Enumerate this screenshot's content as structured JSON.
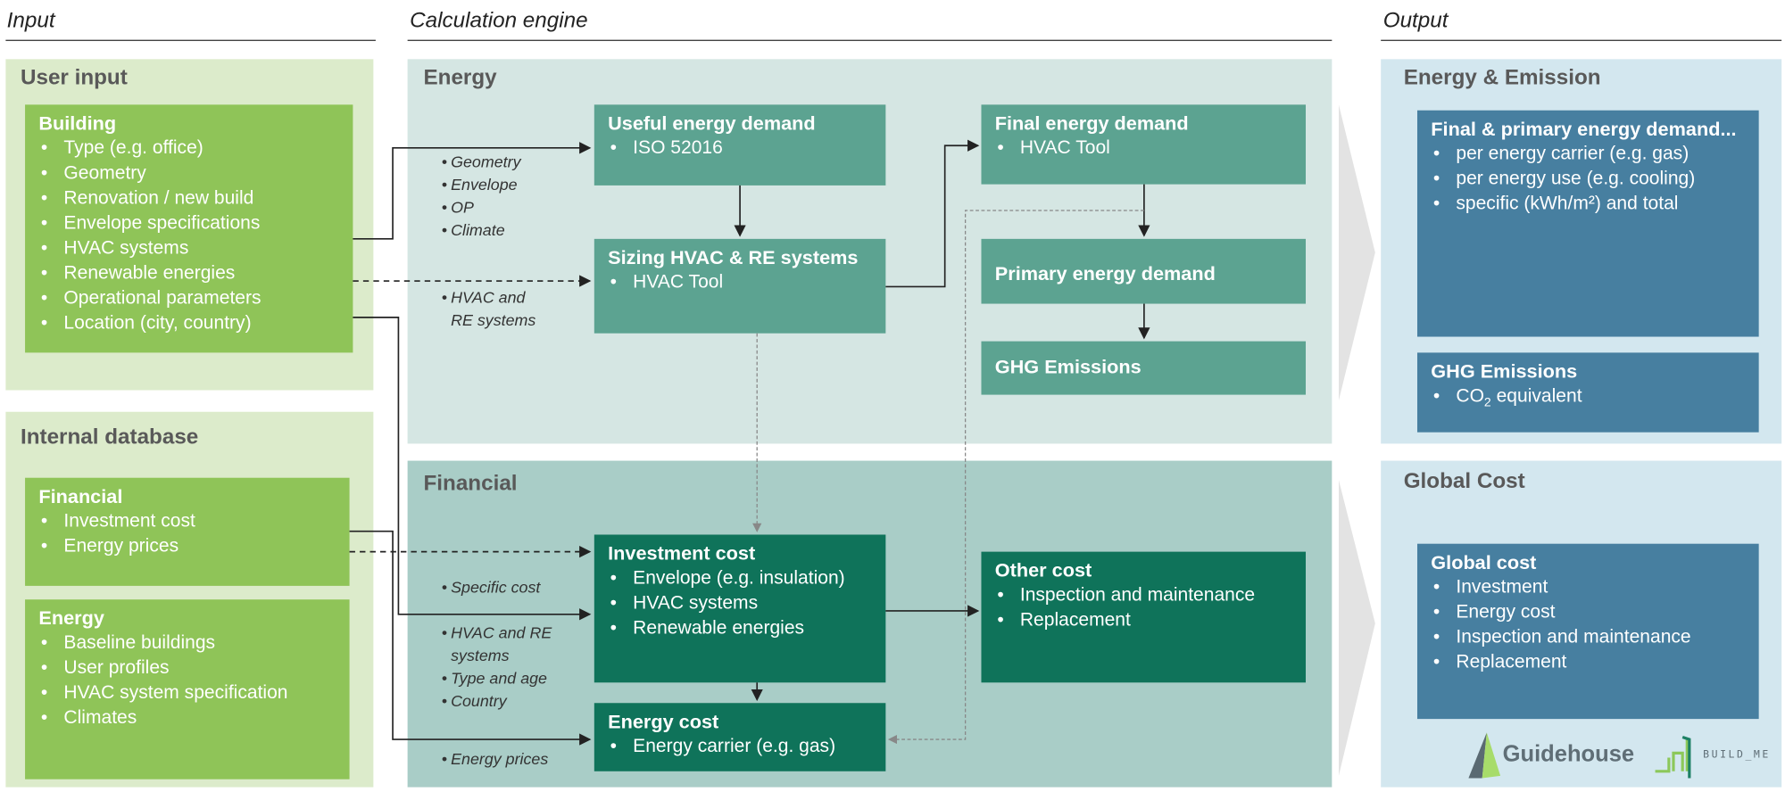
{
  "headers": {
    "input": "Input",
    "engine": "Calculation engine",
    "output": "Output"
  },
  "input": {
    "user_input": {
      "title": "User input",
      "building": {
        "title": "Building",
        "items": [
          "Type (e.g. office)",
          "Geometry",
          "Renovation / new build",
          "Envelope specifications",
          "HVAC systems",
          "Renewable energies",
          "Operational parameters",
          "Location (city, country)"
        ]
      }
    },
    "internal_database": {
      "title": "Internal database",
      "financial": {
        "title": "Financial",
        "items": [
          "Investment cost",
          "Energy prices"
        ]
      },
      "energy": {
        "title": "Energy",
        "items": [
          "Baseline buildings",
          "User profiles",
          "HVAC system specification",
          "Climates"
        ]
      }
    }
  },
  "engine": {
    "energy": {
      "title": "Energy",
      "useful": {
        "title": "Useful energy demand",
        "items": [
          "ISO 52016"
        ]
      },
      "sizing": {
        "title": "Sizing HVAC & RE systems",
        "items": [
          "HVAC Tool"
        ]
      },
      "final": {
        "title": "Final energy demand",
        "items": [
          "HVAC Tool"
        ]
      },
      "primary": {
        "title": "Primary energy demand"
      },
      "ghg": {
        "title": "GHG Emissions"
      },
      "labels_useful": [
        "Geometry",
        "Envelope",
        "OP",
        "Climate"
      ],
      "labels_sizing": [
        "HVAC and",
        "RE systems"
      ]
    },
    "financial": {
      "title": "Financial",
      "investment": {
        "title": "Investment cost",
        "items": [
          "Envelope (e.g. insulation)",
          "HVAC systems",
          "Renewable energies"
        ]
      },
      "other": {
        "title": "Other cost",
        "items": [
          "Inspection and maintenance",
          "Replacement"
        ]
      },
      "energy_cost": {
        "title": "Energy cost",
        "items": [
          "Energy carrier (e.g. gas)"
        ]
      },
      "labels": [
        "Specific cost",
        "HVAC and RE",
        "systems",
        "Type and age",
        "Country",
        "Energy prices"
      ]
    }
  },
  "output": {
    "energy_emission": {
      "title": "Energy & Emission",
      "demand": {
        "title": "Final & primary energy demand...",
        "items": [
          "per energy carrier (e.g. gas)",
          "per energy use (e.g. cooling)",
          "specific (kWh/m²) and total"
        ]
      },
      "ghg": {
        "title": "GHG Emissions",
        "item_prefix": "CO",
        "item_sub": "2",
        "item_suffix": " equivalent"
      }
    },
    "global_cost": {
      "title": "Global Cost",
      "box": {
        "title": "Global cost",
        "items": [
          "Investment",
          "Energy cost",
          "Inspection and maintenance",
          "Replacement"
        ]
      }
    },
    "logos": {
      "guidehouse": "Guidehouse",
      "buildme": "BUILD_ME"
    }
  },
  "colors": {
    "input_panel": "#dcebcb",
    "input_box": "#8fc458",
    "energy_panel": "#d5e6e3",
    "energy_box": "#5ca391",
    "financial_panel": "#a9cdc7",
    "financial_box": "#0f735a",
    "output_panel": "#d3e7ef",
    "output_box": "#477fa0"
  }
}
